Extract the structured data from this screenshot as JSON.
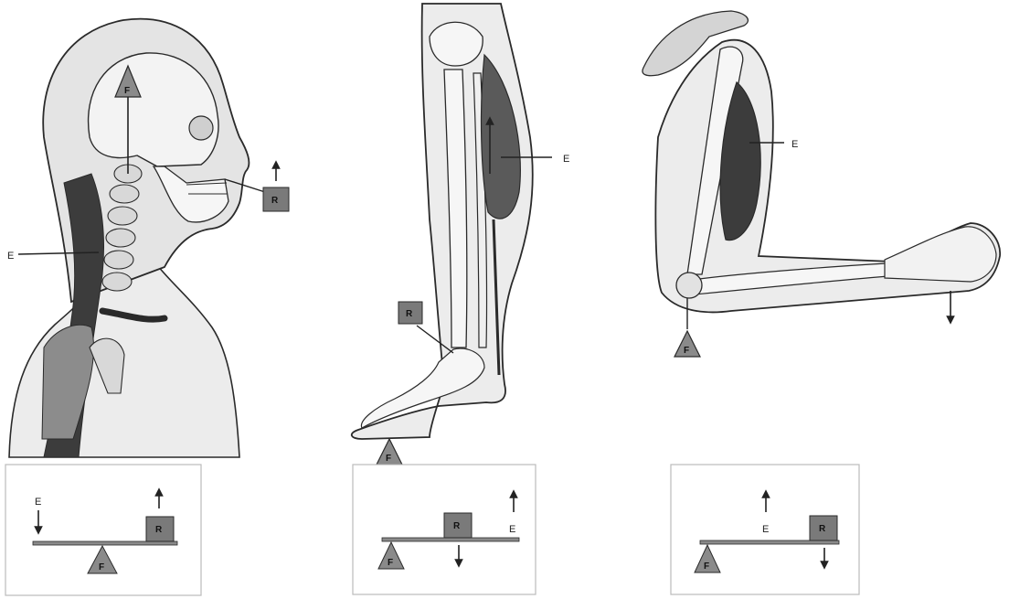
{
  "labels": {
    "effort": "E",
    "resistance": "R",
    "fulcrum": "F"
  },
  "colors": {
    "line": "#2a2a2a",
    "skin": "#ececec",
    "bone": "#f6f6f6",
    "muscle": "#5a5a5a",
    "dark_muscle": "#3c3c3c",
    "box": "#7a7a7a",
    "lever": "#8a8a8a",
    "panel_border": "#bbbbbb"
  },
  "panels": [
    {
      "name": "head-neck",
      "lever_class": "first"
    },
    {
      "name": "leg-foot",
      "lever_class": "second"
    },
    {
      "name": "arm-forearm",
      "lever_class": "third"
    }
  ]
}
